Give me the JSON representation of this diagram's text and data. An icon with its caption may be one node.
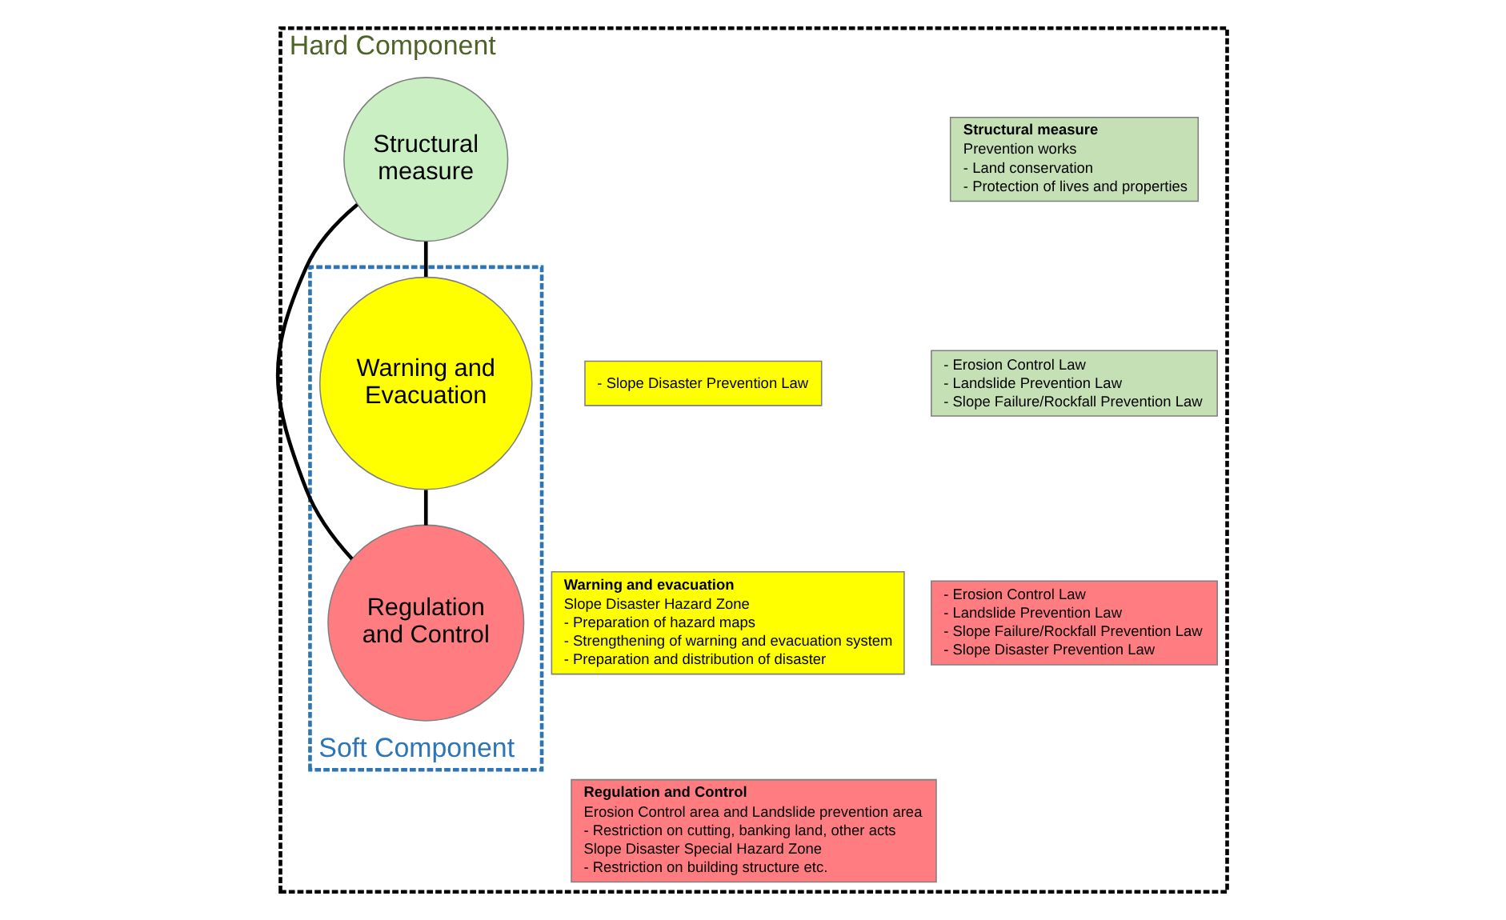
{
  "diagram": {
    "nodes": [
      {
        "text": [
          "Hard Component"
        ]
      },
      {
        "text": [
          "Structural measure",
          "Prevention works",
          "- Land conservation",
          "- Protection of lives and properties"
        ],
        "in": 0
      },
      {
        "text": [
          "- Erosion Control Law",
          "- Landslide Prevention Law",
          "- Slope Failure/Rockfall Prevention Law"
        ],
        "in": 0
      },
      {
        "text": [
          "Structural measure"
        ],
        "in": 0
      },
      {
        "text": [
          "Soft Component"
        ],
        "in": 0
      },
      {
        "text": [
          "Warning and Evacuation"
        ],
        "in": 4
      },
      {
        "text": [
          "Regulation and Control"
        ],
        "in": 4
      },
      {
        "text": [
          "- Erosion Control Law",
          "- Landslide Prevention Law",
          "- Slope Failure/Rockfall Prevention Law",
          "- Slope Disaster Prevention Law"
        ],
        "in": 0
      },
      {
        "text": [
          "- Slope Disaster Prevention Law"
        ],
        "in": 0
      },
      {
        "text": [
          "Warning and evacuation",
          "Slope Disaster Hazard Zone",
          "- Preparation of hazard maps",
          "- Strengthening of warning and evacuation system",
          "- Preparation and distribution of disaster"
        ],
        "in": 0
      },
      {
        "text": [
          "Regulation and Control",
          "Erosion Control area and Landslide prevention area",
          "- Restriction on cutting, banking land, other acts",
          "Slope Disaster Special Hazard Zone",
          "- Restriction on building structure etc."
        ],
        "in": 0
      }
    ],
    "edges": [
      {
        "from": 3,
        "to": 5,
        "arrow": "none"
      },
      {
        "from": 3,
        "to": 6,
        "arrow": "none"
      },
      {
        "from": 5,
        "to": 6,
        "arrow": "none"
      }
    ]
  }
}
